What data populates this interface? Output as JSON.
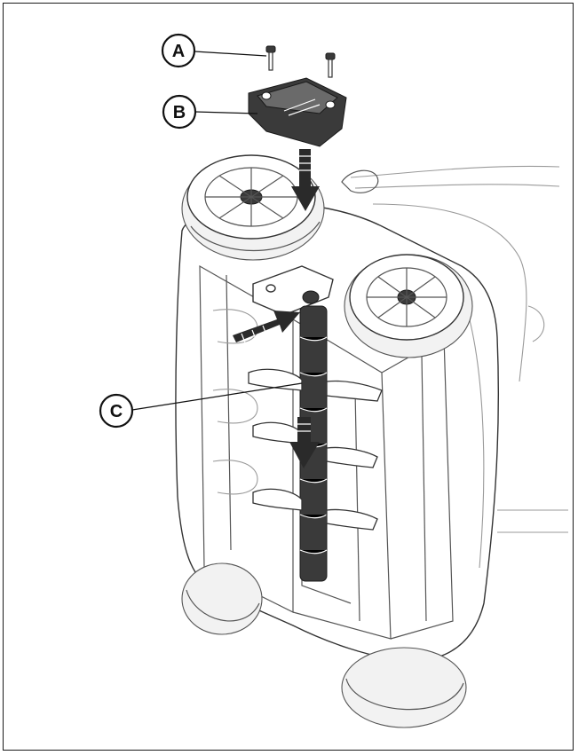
{
  "callouts": [
    {
      "id": "A",
      "label": "A",
      "part": "screws"
    },
    {
      "id": "B",
      "label": "B",
      "part": "cover"
    },
    {
      "id": "C",
      "label": "C",
      "part": "tine-roller"
    }
  ],
  "colors": {
    "line": "#333333",
    "shade": "#3a3a3a",
    "background": "#ffffff"
  }
}
